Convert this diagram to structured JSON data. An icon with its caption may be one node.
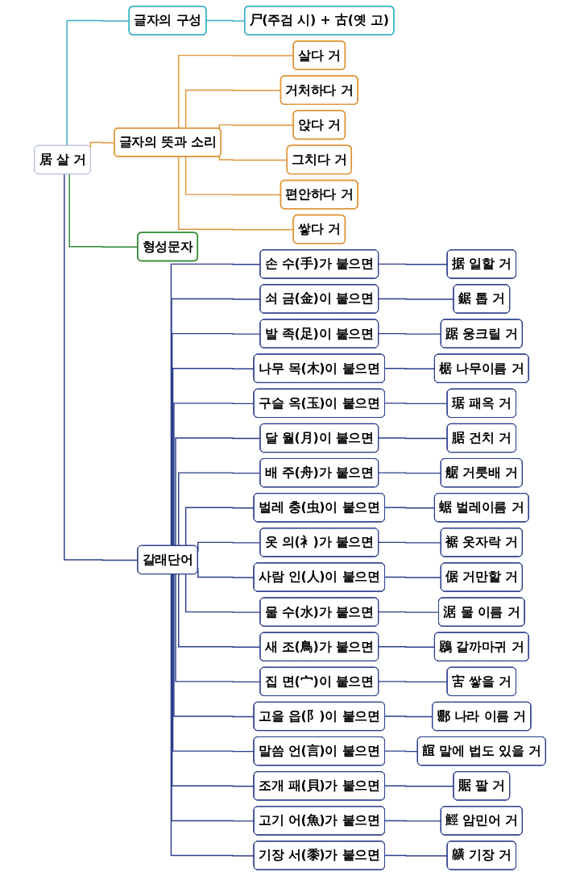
{
  "diagram": {
    "nodes": [
      {
        "text": [
          "居 살 거"
        ]
      },
      {
        "text": [
          "글자의 구성"
        ]
      },
      {
        "text": [
          "尸(주검 시) + 古(옛 고)"
        ]
      },
      {
        "text": [
          "글자의 뜻과 소리"
        ]
      },
      {
        "text": [
          "살다 거"
        ]
      },
      {
        "text": [
          "거처하다 거"
        ]
      },
      {
        "text": [
          "앉다 거"
        ]
      },
      {
        "text": [
          "그치다 거"
        ]
      },
      {
        "text": [
          "편안하다 거"
        ]
      },
      {
        "text": [
          "쌓다 거"
        ]
      },
      {
        "text": [
          "형성문자"
        ]
      },
      {
        "text": [
          "갈래단어"
        ]
      },
      {
        "text": [
          "손 수(手)가 붙으면"
        ]
      },
      {
        "text": [
          "据 일할 거"
        ]
      },
      {
        "text": [
          "쇠 금(金)이 붙으면"
        ]
      },
      {
        "text": [
          "鋸 톱 거"
        ]
      },
      {
        "text": [
          "발 족(足)이 붙으면"
        ]
      },
      {
        "text": [
          "踞 웅크릴 거"
        ]
      },
      {
        "text": [
          "나무 목(木)이 붙으면"
        ]
      },
      {
        "text": [
          "椐 나무이름 거"
        ]
      },
      {
        "text": [
          "구슬 옥(玉)이 붙으면"
        ]
      },
      {
        "text": [
          "琚 패옥 거"
        ]
      },
      {
        "text": [
          "달 월(月)이 붙으면"
        ]
      },
      {
        "text": [
          "腒 건치 거"
        ]
      },
      {
        "text": [
          "배 주(舟)가 붙으면"
        ]
      },
      {
        "text": [
          "艍 거룻배 거"
        ]
      },
      {
        "text": [
          "벌레 충(虫)이 붙으면"
        ]
      },
      {
        "text": [
          "蜛 벌레이름 거"
        ]
      },
      {
        "text": [
          "옷 의(衤)가 붙으면"
        ]
      },
      {
        "text": [
          "裾 옷자락 거"
        ]
      },
      {
        "text": [
          "사람 인(人)이 붙으면"
        ]
      },
      {
        "text": [
          "倨 거만할 거"
        ]
      },
      {
        "text": [
          "물 수(水)가 붙으면"
        ]
      },
      {
        "text": [
          "涺 물 이름 거"
        ]
      },
      {
        "text": [
          "새 조(鳥)가 붙으면"
        ]
      },
      {
        "text": [
          "鶋 갈까마귀 거"
        ]
      },
      {
        "text": [
          "집 면(宀)이 붙으면"
        ]
      },
      {
        "text": [
          "㝒 쌓을 거"
        ]
      },
      {
        "text": [
          "고을 읍(阝)이 붙으면"
        ]
      },
      {
        "text": [
          "郻 나라 이름 거"
        ]
      },
      {
        "text": [
          "말씀 언(言)이 붙으면"
        ]
      },
      {
        "text": [
          "𧨏 말에 법도 있을 거"
        ]
      },
      {
        "text": [
          "조개 패(貝)가 붙으면"
        ]
      },
      {
        "text": [
          "䝻 팔 거"
        ]
      },
      {
        "text": [
          "고기 어(魚)가 붙으면"
        ]
      },
      {
        "text": [
          "𩷏 암민어 거"
        ]
      },
      {
        "text": [
          "기장 서(黍)가 붙으면"
        ]
      },
      {
        "text": [
          "𪏑 기장 거"
        ]
      }
    ],
    "edges": [
      {
        "from": 0,
        "to": 1,
        "arrow": "none",
        "color": "#3bb0c9"
      },
      {
        "from": 1,
        "to": 2,
        "arrow": "none",
        "color": "#3bb0c9"
      },
      {
        "from": 0,
        "to": 3,
        "arrow": "none",
        "color": "#e0953a"
      },
      {
        "from": 3,
        "to": 4,
        "arrow": "none",
        "color": "#e0953a"
      },
      {
        "from": 3,
        "to": 5,
        "arrow": "none",
        "color": "#e0953a"
      },
      {
        "from": 3,
        "to": 6,
        "arrow": "none",
        "color": "#e0953a"
      },
      {
        "from": 3,
        "to": 7,
        "arrow": "none",
        "color": "#e0953a"
      },
      {
        "from": 3,
        "to": 8,
        "arrow": "none",
        "color": "#e0953a"
      },
      {
        "from": 3,
        "to": 9,
        "arrow": "none",
        "color": "#e0953a"
      },
      {
        "from": 0,
        "to": 10,
        "arrow": "none",
        "color": "#2e8b2e"
      },
      {
        "from": 0,
        "to": 11,
        "arrow": "none"
      },
      {
        "from": 11,
        "to": 12,
        "arrow": "none"
      },
      {
        "from": 12,
        "to": 13,
        "arrow": "none"
      },
      {
        "from": 11,
        "to": 14,
        "arrow": "none"
      },
      {
        "from": 14,
        "to": 15,
        "arrow": "none"
      },
      {
        "from": 11,
        "to": 16,
        "arrow": "none"
      },
      {
        "from": 16,
        "to": 17,
        "arrow": "none"
      },
      {
        "from": 11,
        "to": 18,
        "arrow": "none"
      },
      {
        "from": 18,
        "to": 19,
        "arrow": "none"
      },
      {
        "from": 11,
        "to": 20,
        "arrow": "none"
      },
      {
        "from": 20,
        "to": 21,
        "arrow": "none"
      },
      {
        "from": 11,
        "to": 22,
        "arrow": "none"
      },
      {
        "from": 22,
        "to": 23,
        "arrow": "none"
      },
      {
        "from": 11,
        "to": 24,
        "arrow": "none"
      },
      {
        "from": 24,
        "to": 25,
        "arrow": "none"
      },
      {
        "from": 11,
        "to": 26,
        "arrow": "none"
      },
      {
        "from": 26,
        "to": 27,
        "arrow": "none"
      },
      {
        "from": 11,
        "to": 28,
        "arrow": "none"
      },
      {
        "from": 28,
        "to": 29,
        "arrow": "none"
      },
      {
        "from": 11,
        "to": 30,
        "arrow": "none"
      },
      {
        "from": 30,
        "to": 31,
        "arrow": "none"
      },
      {
        "from": 11,
        "to": 32,
        "arrow": "none"
      },
      {
        "from": 32,
        "to": 33,
        "arrow": "none"
      },
      {
        "from": 11,
        "to": 34,
        "arrow": "none"
      },
      {
        "from": 34,
        "to": 35,
        "arrow": "none"
      },
      {
        "from": 11,
        "to": 36,
        "arrow": "none"
      },
      {
        "from": 36,
        "to": 37,
        "arrow": "none"
      },
      {
        "from": 11,
        "to": 38,
        "arrow": "none"
      },
      {
        "from": 38,
        "to": 39,
        "arrow": "none"
      },
      {
        "from": 11,
        "to": 40,
        "arrow": "none"
      },
      {
        "from": 40,
        "to": 41,
        "arrow": "none"
      },
      {
        "from": 11,
        "to": 42,
        "arrow": "none"
      },
      {
        "from": 42,
        "to": 43,
        "arrow": "none"
      },
      {
        "from": 11,
        "to": 44,
        "arrow": "none"
      },
      {
        "from": 44,
        "to": 45,
        "arrow": "none"
      },
      {
        "from": 11,
        "to": 46,
        "arrow": "none"
      },
      {
        "from": 46,
        "to": 47,
        "arrow": "none"
      }
    ]
  }
}
